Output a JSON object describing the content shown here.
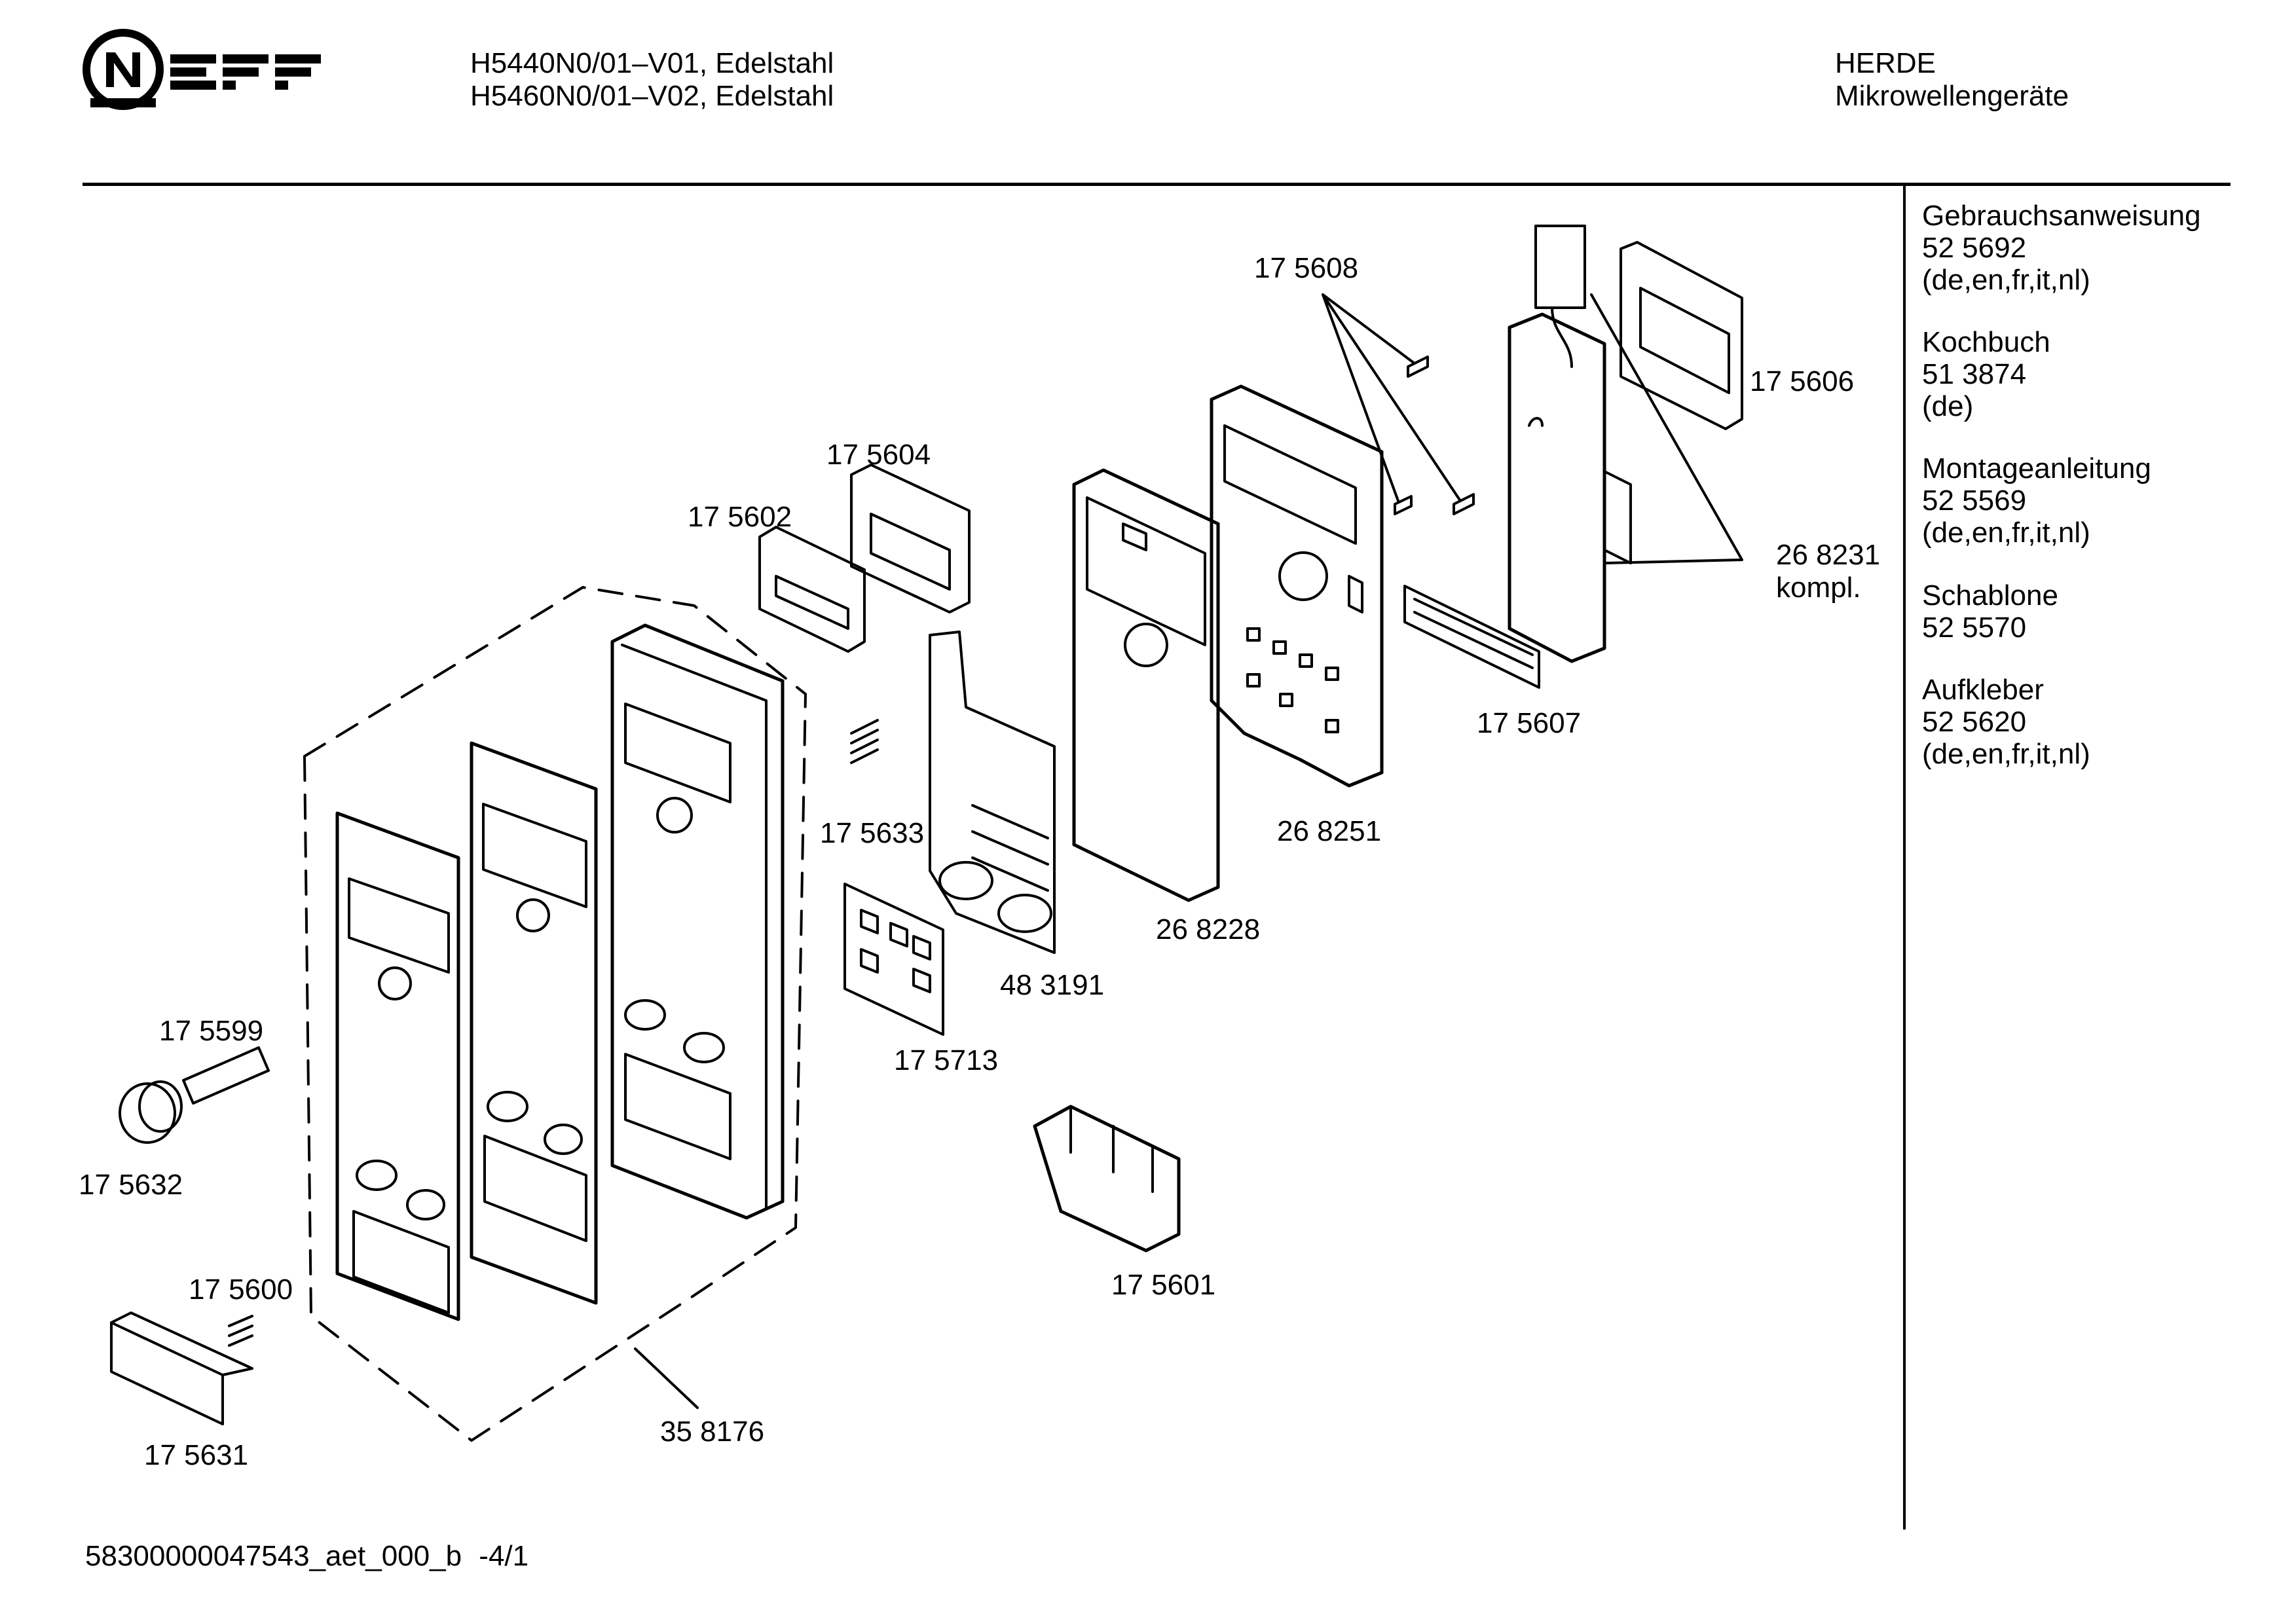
{
  "header": {
    "model_line_1": "H5440N0/01–V01, Edelstahl",
    "model_line_2": "H5460N0/01–V02, Edelstahl",
    "category_line_1": "HERDE",
    "category_line_2": "Mikrowellengeräte",
    "logo_text": "NEFF"
  },
  "sidebar": {
    "items": [
      {
        "title": "Gebrauchsanweisung",
        "number": "52 5692",
        "langs": "(de,en,fr,it,nl)"
      },
      {
        "title": "Kochbuch",
        "number": "51 3874",
        "langs": "(de)"
      },
      {
        "title": "Montageanleitung",
        "number": "52 5569",
        "langs": "(de,en,fr,it,nl)"
      },
      {
        "title": "Schablone",
        "number": "52 5570",
        "langs": ""
      },
      {
        "title": "Aufkleber",
        "number": "52 5620",
        "langs": "(de,en,fr,it,nl)"
      }
    ]
  },
  "parts": {
    "p175608": "17 5608",
    "p175606": "17 5606",
    "p268231": "26 8231",
    "p268231_suffix": "kompl.",
    "p175604": "17 5604",
    "p175602": "17 5602",
    "p175607": "17 5607",
    "p268251": "26 8251",
    "p175633": "17 5633",
    "p268228": "26 8228",
    "p483191": "48 3191",
    "p175713": "17 5713",
    "p175599": "17 5599",
    "p175632": "17 5632",
    "p175601": "17 5601",
    "p175600": "17 5600",
    "p358176": "35 8176",
    "p175631": "17 5631"
  },
  "footer": {
    "doc_id": "58300000047543_aet_000_b",
    "page": "-4/1"
  }
}
